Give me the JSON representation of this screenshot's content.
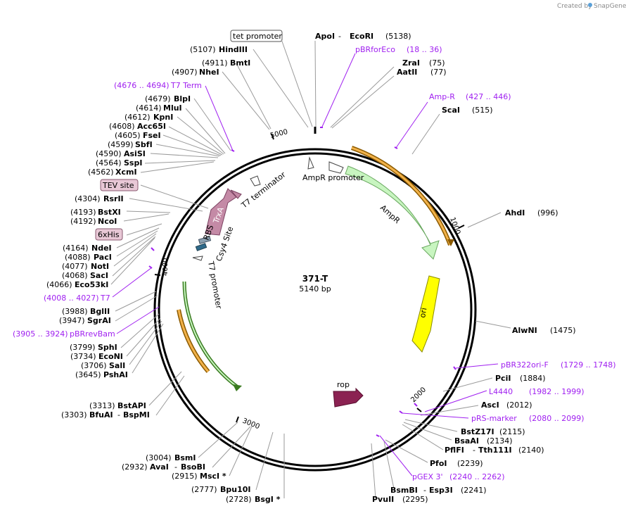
{
  "credit": {
    "prefix": "Created by",
    "brand": "SnapGene"
  },
  "plasmid": {
    "name": "371-T",
    "length_label": "5140 bp"
  },
  "ticks": [
    "5000",
    "1000",
    "4000",
    "2000",
    "3000"
  ],
  "features": {
    "ampr": "AmpR",
    "ampr_promoter": "AmpR promoter",
    "ori": "ori",
    "rop": "rop",
    "t7_terminator": "T7 terminator",
    "trxa": "TrxA",
    "rbs": "RBS",
    "csy4": "Csy4 Site",
    "t7_promoter": "T7 promoter"
  },
  "boxed_labels": {
    "tet_promoter": "tet promoter",
    "tev_site": "TEV site",
    "his6": "6xHis"
  },
  "right_sites": [
    {
      "name": "ApoI",
      "name2": "EcoRI",
      "pos": "(5138)"
    },
    {
      "name": "pBRforEco",
      "pos": "(18 .. 36)",
      "primer": true
    },
    {
      "name": "ZraI",
      "pos": "(75)"
    },
    {
      "name": "AatII",
      "pos": "(77)"
    },
    {
      "name": "Amp-R",
      "pos": "(427 .. 446)",
      "primer": true
    },
    {
      "name": "ScaI",
      "pos": "(515)"
    },
    {
      "name": "AhdI",
      "pos": "(996)"
    },
    {
      "name": "AlwNI",
      "pos": "(1475)"
    },
    {
      "name": "pBR322ori-F",
      "pos": "(1729 .. 1748)",
      "primer": true
    },
    {
      "name": "PciI",
      "pos": "(1884)"
    },
    {
      "name": "L4440",
      "pos": "(1982 .. 1999)",
      "primer": true
    },
    {
      "name": "AscI",
      "pos": "(2012)"
    },
    {
      "name": "pRS-marker",
      "pos": "(2080 .. 2099)",
      "primer": true
    },
    {
      "name": "BstZ17I",
      "pos": "(2115)"
    },
    {
      "name": "BsaAI",
      "pos": "(2134)"
    },
    {
      "name": "PflFI",
      "name2": "Tth111I",
      "pos": "(2140)"
    },
    {
      "name": "PfoI",
      "pos": "(2239)"
    },
    {
      "name": "pGEX 3'",
      "pos": "(2240 .. 2262)",
      "primer": true
    },
    {
      "name": "BsmBI",
      "name2": "Esp3I",
      "pos": "(2241)"
    },
    {
      "name": "PvuII",
      "pos": "(2295)"
    }
  ],
  "left_sites": [
    {
      "name": "HindIII",
      "pos": "(5107)"
    },
    {
      "name": "BmtI",
      "pos": "(4911)"
    },
    {
      "name": "NheI",
      "pos": "(4907)"
    },
    {
      "name": "T7 Term",
      "pos": "(4676 .. 4694)",
      "primer": true
    },
    {
      "name": "BlpI",
      "pos": "(4679)"
    },
    {
      "name": "MluI",
      "pos": "(4614)"
    },
    {
      "name": "KpnI",
      "pos": "(4612)"
    },
    {
      "name": "Acc65I",
      "pos": "(4608)"
    },
    {
      "name": "FseI",
      "pos": "(4605)"
    },
    {
      "name": "SbfI",
      "pos": "(4599)"
    },
    {
      "name": "AsiSI",
      "pos": "(4590)"
    },
    {
      "name": "SspI",
      "pos": "(4564)"
    },
    {
      "name": "XcmI",
      "pos": "(4562)"
    },
    {
      "name": "RsrII",
      "pos": "(4304)"
    },
    {
      "name": "BstXI",
      "pos": "(4193)"
    },
    {
      "name": "NcoI",
      "pos": "(4192)"
    },
    {
      "name": "NdeI",
      "pos": "(4164)"
    },
    {
      "name": "PacI",
      "pos": "(4088)"
    },
    {
      "name": "NotI",
      "pos": "(4077)"
    },
    {
      "name": "SacI",
      "pos": "(4068)"
    },
    {
      "name": "Eco53kI",
      "pos": "(4066)"
    },
    {
      "name": "T7",
      "pos": "(4008 .. 4027)",
      "primer": true
    },
    {
      "name": "BglII",
      "pos": "(3988)"
    },
    {
      "name": "SgrAI",
      "pos": "(3947)"
    },
    {
      "name": "pBRrevBam",
      "pos": "(3905 .. 3924)",
      "primer": true
    },
    {
      "name": "SphI",
      "pos": "(3799)"
    },
    {
      "name": "EcoNI",
      "pos": "(3734)"
    },
    {
      "name": "SalI",
      "pos": "(3706)"
    },
    {
      "name": "PshAI",
      "pos": "(3645)"
    },
    {
      "name": "BstAPI",
      "pos": "(3313)"
    },
    {
      "name": "BfuAI",
      "name2": "BspMI",
      "pos": "(3303)"
    },
    {
      "name": "BsmI",
      "pos": "(3004)"
    },
    {
      "name": "AvaI",
      "name2": "BsoBI",
      "pos": "(2932)"
    },
    {
      "name": "MscI *",
      "pos": "(2915)"
    },
    {
      "name": "Bpu10I",
      "pos": "(2777)"
    },
    {
      "name": "BsgI *",
      "pos": "(2728)"
    }
  ]
}
